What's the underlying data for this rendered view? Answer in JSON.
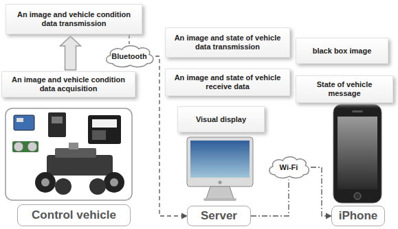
{
  "diagram": {
    "nodes": [
      {
        "text": [
          "An image and vehicle condition data transmission"
        ]
      },
      {
        "text": [
          "Bluetooth"
        ]
      },
      {
        "text": [
          "An image and state of vehicle data transmission"
        ]
      },
      {
        "text": [
          "black box image"
        ]
      },
      {
        "text": [
          "An image and vehicle condition data acquisition"
        ]
      },
      {
        "text": [
          "An image and state of vehicle receive data"
        ]
      },
      {
        "text": [
          "State of vehicle message"
        ]
      },
      {
        "text": [
          "Visual display"
        ]
      },
      {
        "text": [
          "Wi-Fi"
        ]
      },
      {
        "text": [
          "Control vehicle"
        ]
      },
      {
        "text": [
          "Server"
        ]
      },
      {
        "text": [
          "iPhone"
        ]
      }
    ],
    "edges": [
      {
        "from": 4,
        "to": 0,
        "arrow": "to"
      },
      {
        "from": 0,
        "to": 1,
        "arrow": "none"
      },
      {
        "from": 1,
        "to": 10,
        "arrow": "to"
      },
      {
        "from": 10,
        "to": 8,
        "arrow": "none"
      },
      {
        "from": 8,
        "to": 11,
        "arrow": "to"
      }
    ]
  }
}
